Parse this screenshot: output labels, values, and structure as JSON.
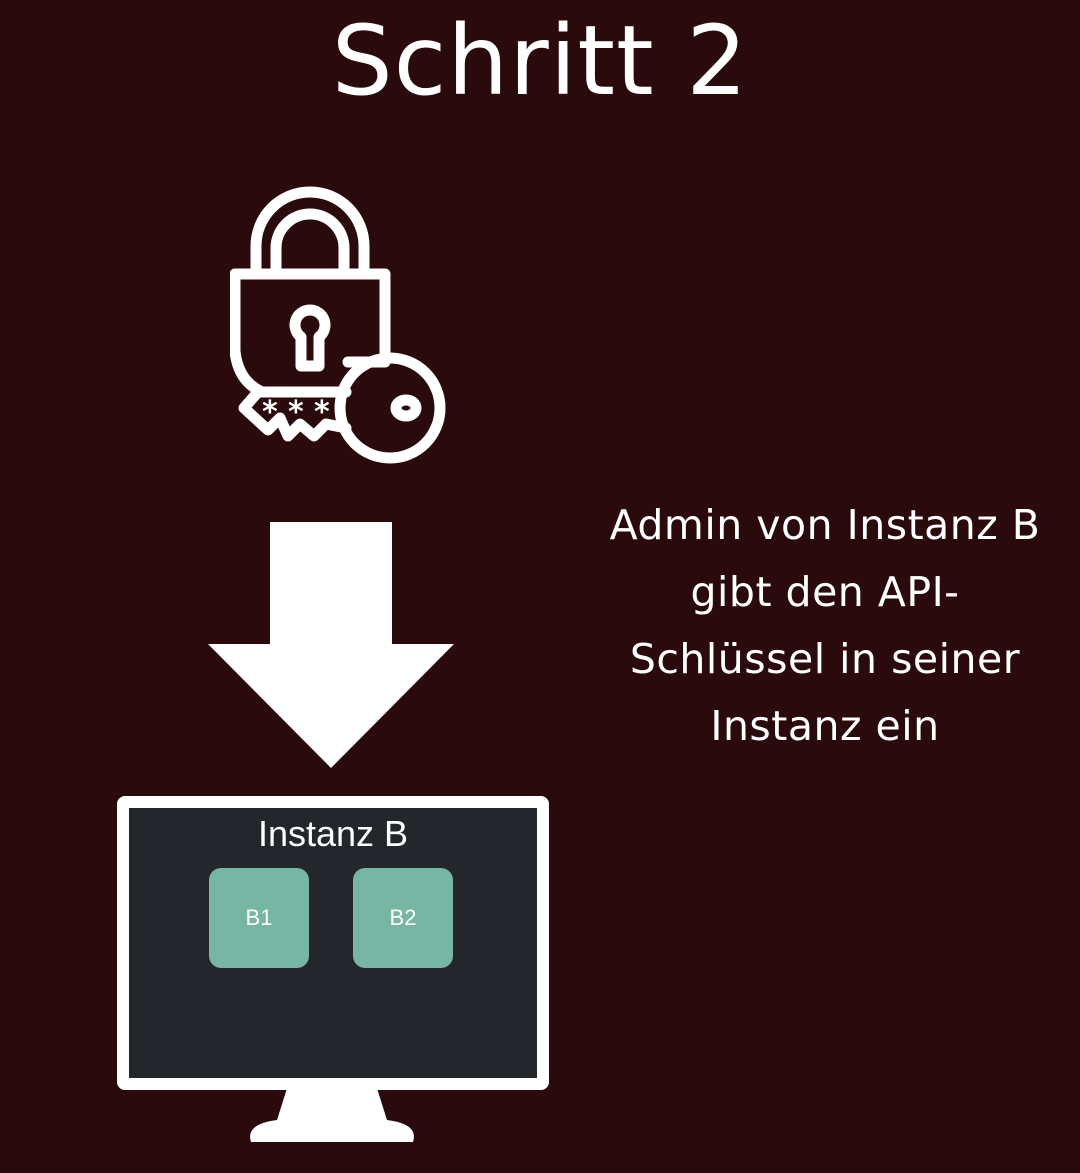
{
  "title": "Schritt 2",
  "description": "Admin von Instanz B gibt den API-Schlüssel in seiner Instanz ein",
  "icons": {
    "lock": "padlock-with-key-icon",
    "arrow": "arrow-down-icon",
    "monitor": "monitor-icon"
  },
  "monitor": {
    "title": "Instanz B",
    "tiles": [
      {
        "label": "B1"
      },
      {
        "label": "B2"
      }
    ]
  },
  "colors": {
    "background": "#2a0a0c",
    "screen": "#23262a",
    "tile": "#76b6a3",
    "foreground": "#ffffff"
  }
}
